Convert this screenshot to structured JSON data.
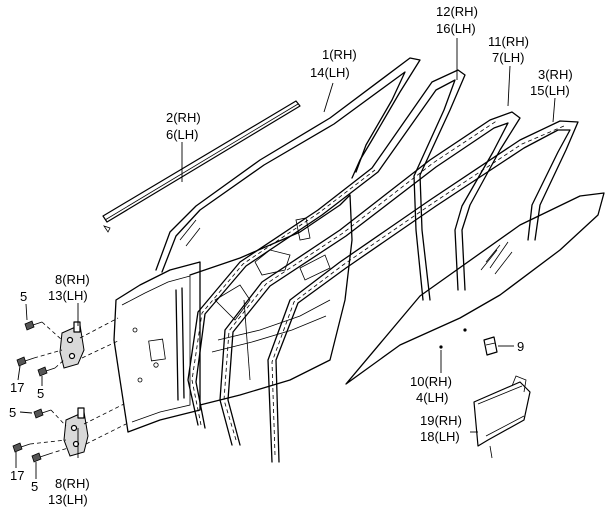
{
  "callouts": {
    "c1": {
      "rh": "1(RH)",
      "lh": "14(LH)"
    },
    "c2": {
      "rh": "2(RH)",
      "lh": "6(LH)"
    },
    "c12": {
      "rh": "12(RH)",
      "lh": "16(LH)"
    },
    "c11": {
      "rh": "11(RH)",
      "lh": "7(LH)"
    },
    "c3": {
      "rh": "3(RH)",
      "lh": "15(LH)"
    },
    "c8a": {
      "rh": "8(RH)",
      "lh": "13(LH)"
    },
    "c8b": {
      "rh": "8(RH)",
      "lh": "13(LH)"
    },
    "c10": {
      "rh": "10(RH)",
      "lh": "4(LH)"
    },
    "c19": {
      "rh": "19(RH)",
      "lh": "18(LH)"
    }
  },
  "numbers": {
    "n5a": "5",
    "n17a": "17",
    "n5b": "5",
    "n5c": "5",
    "n17b": "17",
    "n5d": "5",
    "n9": "9"
  }
}
